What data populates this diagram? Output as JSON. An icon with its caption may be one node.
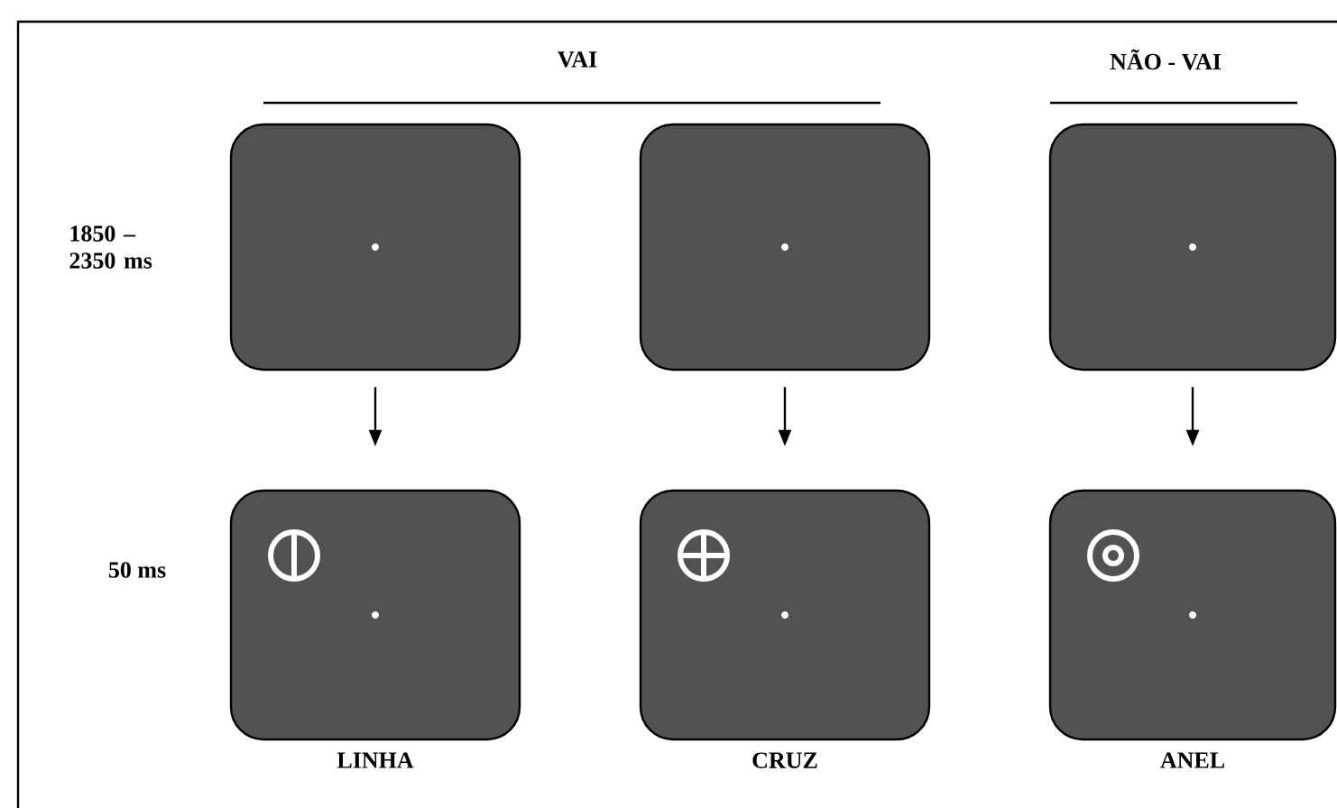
{
  "diagram": {
    "nodes": [
      {
        "text": [],
        "shape": "box"
      },
      {
        "text": [],
        "shape": "box"
      },
      {
        "text": [],
        "shape": "box"
      },
      {
        "text": [],
        "shape": "box",
        "beside": [
          "LINHA"
        ]
      },
      {
        "text": [],
        "shape": "box",
        "beside": [
          "CRUZ"
        ]
      },
      {
        "text": [],
        "shape": "box",
        "beside": [
          "ANEL"
        ]
      }
    ],
    "edges": [
      {
        "from": 0,
        "to": 3,
        "arrow": "to"
      },
      {
        "from": 1,
        "to": 4,
        "arrow": "to"
      },
      {
        "from": 2,
        "to": 5,
        "arrow": "to"
      }
    ],
    "labels": [
      "VAI",
      "NÃO - VAI",
      "1850 – 2350 ms",
      "50 ms"
    ]
  }
}
